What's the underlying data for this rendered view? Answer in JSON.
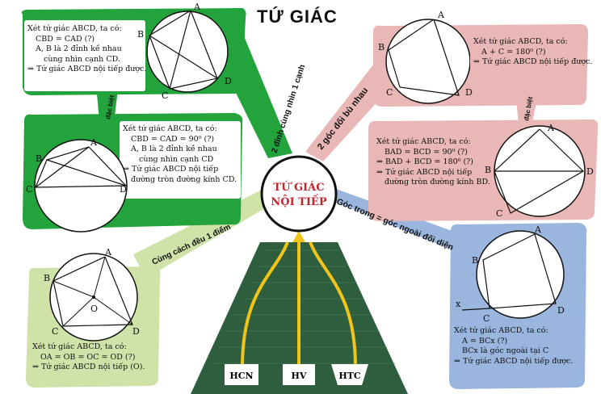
{
  "title": "TỨ GIÁC",
  "center": {
    "line1": "TỨ GIÁC",
    "line2": "NỘI TIẾP"
  },
  "colors": {
    "green": "#22a33c",
    "pink": "#e8b7b6",
    "lightgreen": "#cfe2a8",
    "blue": "#9ab6df",
    "center_red": "#c0262b",
    "triangle": "#2f5e3f",
    "arrows": "#f0c419"
  },
  "ribbons": {
    "green_top": "2 đỉnh cùng nhìn 1 cạnh",
    "pink_top": "2 góc đối bù nhau",
    "lightgreen": "Cùng cách đều 1 điểm",
    "blue": "Góc trong = góc ngoài đối diện",
    "dac_biet_left": "đặc biệt",
    "dac_biet_right": "đặc biệt"
  },
  "box_green1": {
    "lines": [
      "Xét tứ giác ABCD, ta có:",
      "CBD = CAD (?)",
      "A, B là 2 đỉnh kề nhau",
      "cùng nhìn cạnh CD.",
      "⇒ Tứ giác ABCD nội tiếp được."
    ],
    "labels": [
      "A",
      "B",
      "C",
      "D"
    ]
  },
  "box_green2": {
    "lines": [
      "Xét tứ giác ABCD, ta có:",
      "CBD = CAD = 90⁰ (?)",
      "A, B là 2 đỉnh kề nhau",
      "cùng nhìn cạnh CD",
      "⇒ Tứ giác ABCD nội tiếp",
      "đường tròn đường kính CD."
    ],
    "labels": [
      "A",
      "B",
      "C",
      "D"
    ]
  },
  "box_pink1": {
    "lines": [
      "Xét tứ giác ABCD, ta có:",
      "A + C = 180⁰ (?)",
      "⇒ Tứ giác ABCD nội tiếp được."
    ],
    "labels": [
      "A",
      "B",
      "C",
      "D"
    ]
  },
  "box_pink2": {
    "lines": [
      "Xét tứ giác ABCD, ta có:",
      "BAD = BCD = 90⁰ (?)",
      "⇒ BAD + BCD = 180⁰ (?)",
      "⇒ Tứ giác ABCD nội tiếp",
      "đường tròn đường kính BD."
    ],
    "labels": [
      "A",
      "B",
      "C",
      "D"
    ]
  },
  "box_lightgreen": {
    "lines": [
      "Xét tứ giác ABCD, ta có:",
      "OA = OB = OC = OD (?)",
      "⇒ Tứ giác ABCD nội tiếp (O)."
    ],
    "labels": [
      "A",
      "B",
      "C",
      "D",
      "O"
    ]
  },
  "box_blue": {
    "lines": [
      "Xét tứ giác ABCD, ta có:",
      "A = BCx (?)",
      "BCx là góc ngoài tại C",
      "⇒ Tứ giác ABCD nội tiếp được."
    ],
    "labels": [
      "A",
      "B",
      "C",
      "D",
      "x"
    ]
  },
  "bottom": {
    "hcn": "HCN",
    "hv": "HV",
    "htc": "HTC"
  }
}
